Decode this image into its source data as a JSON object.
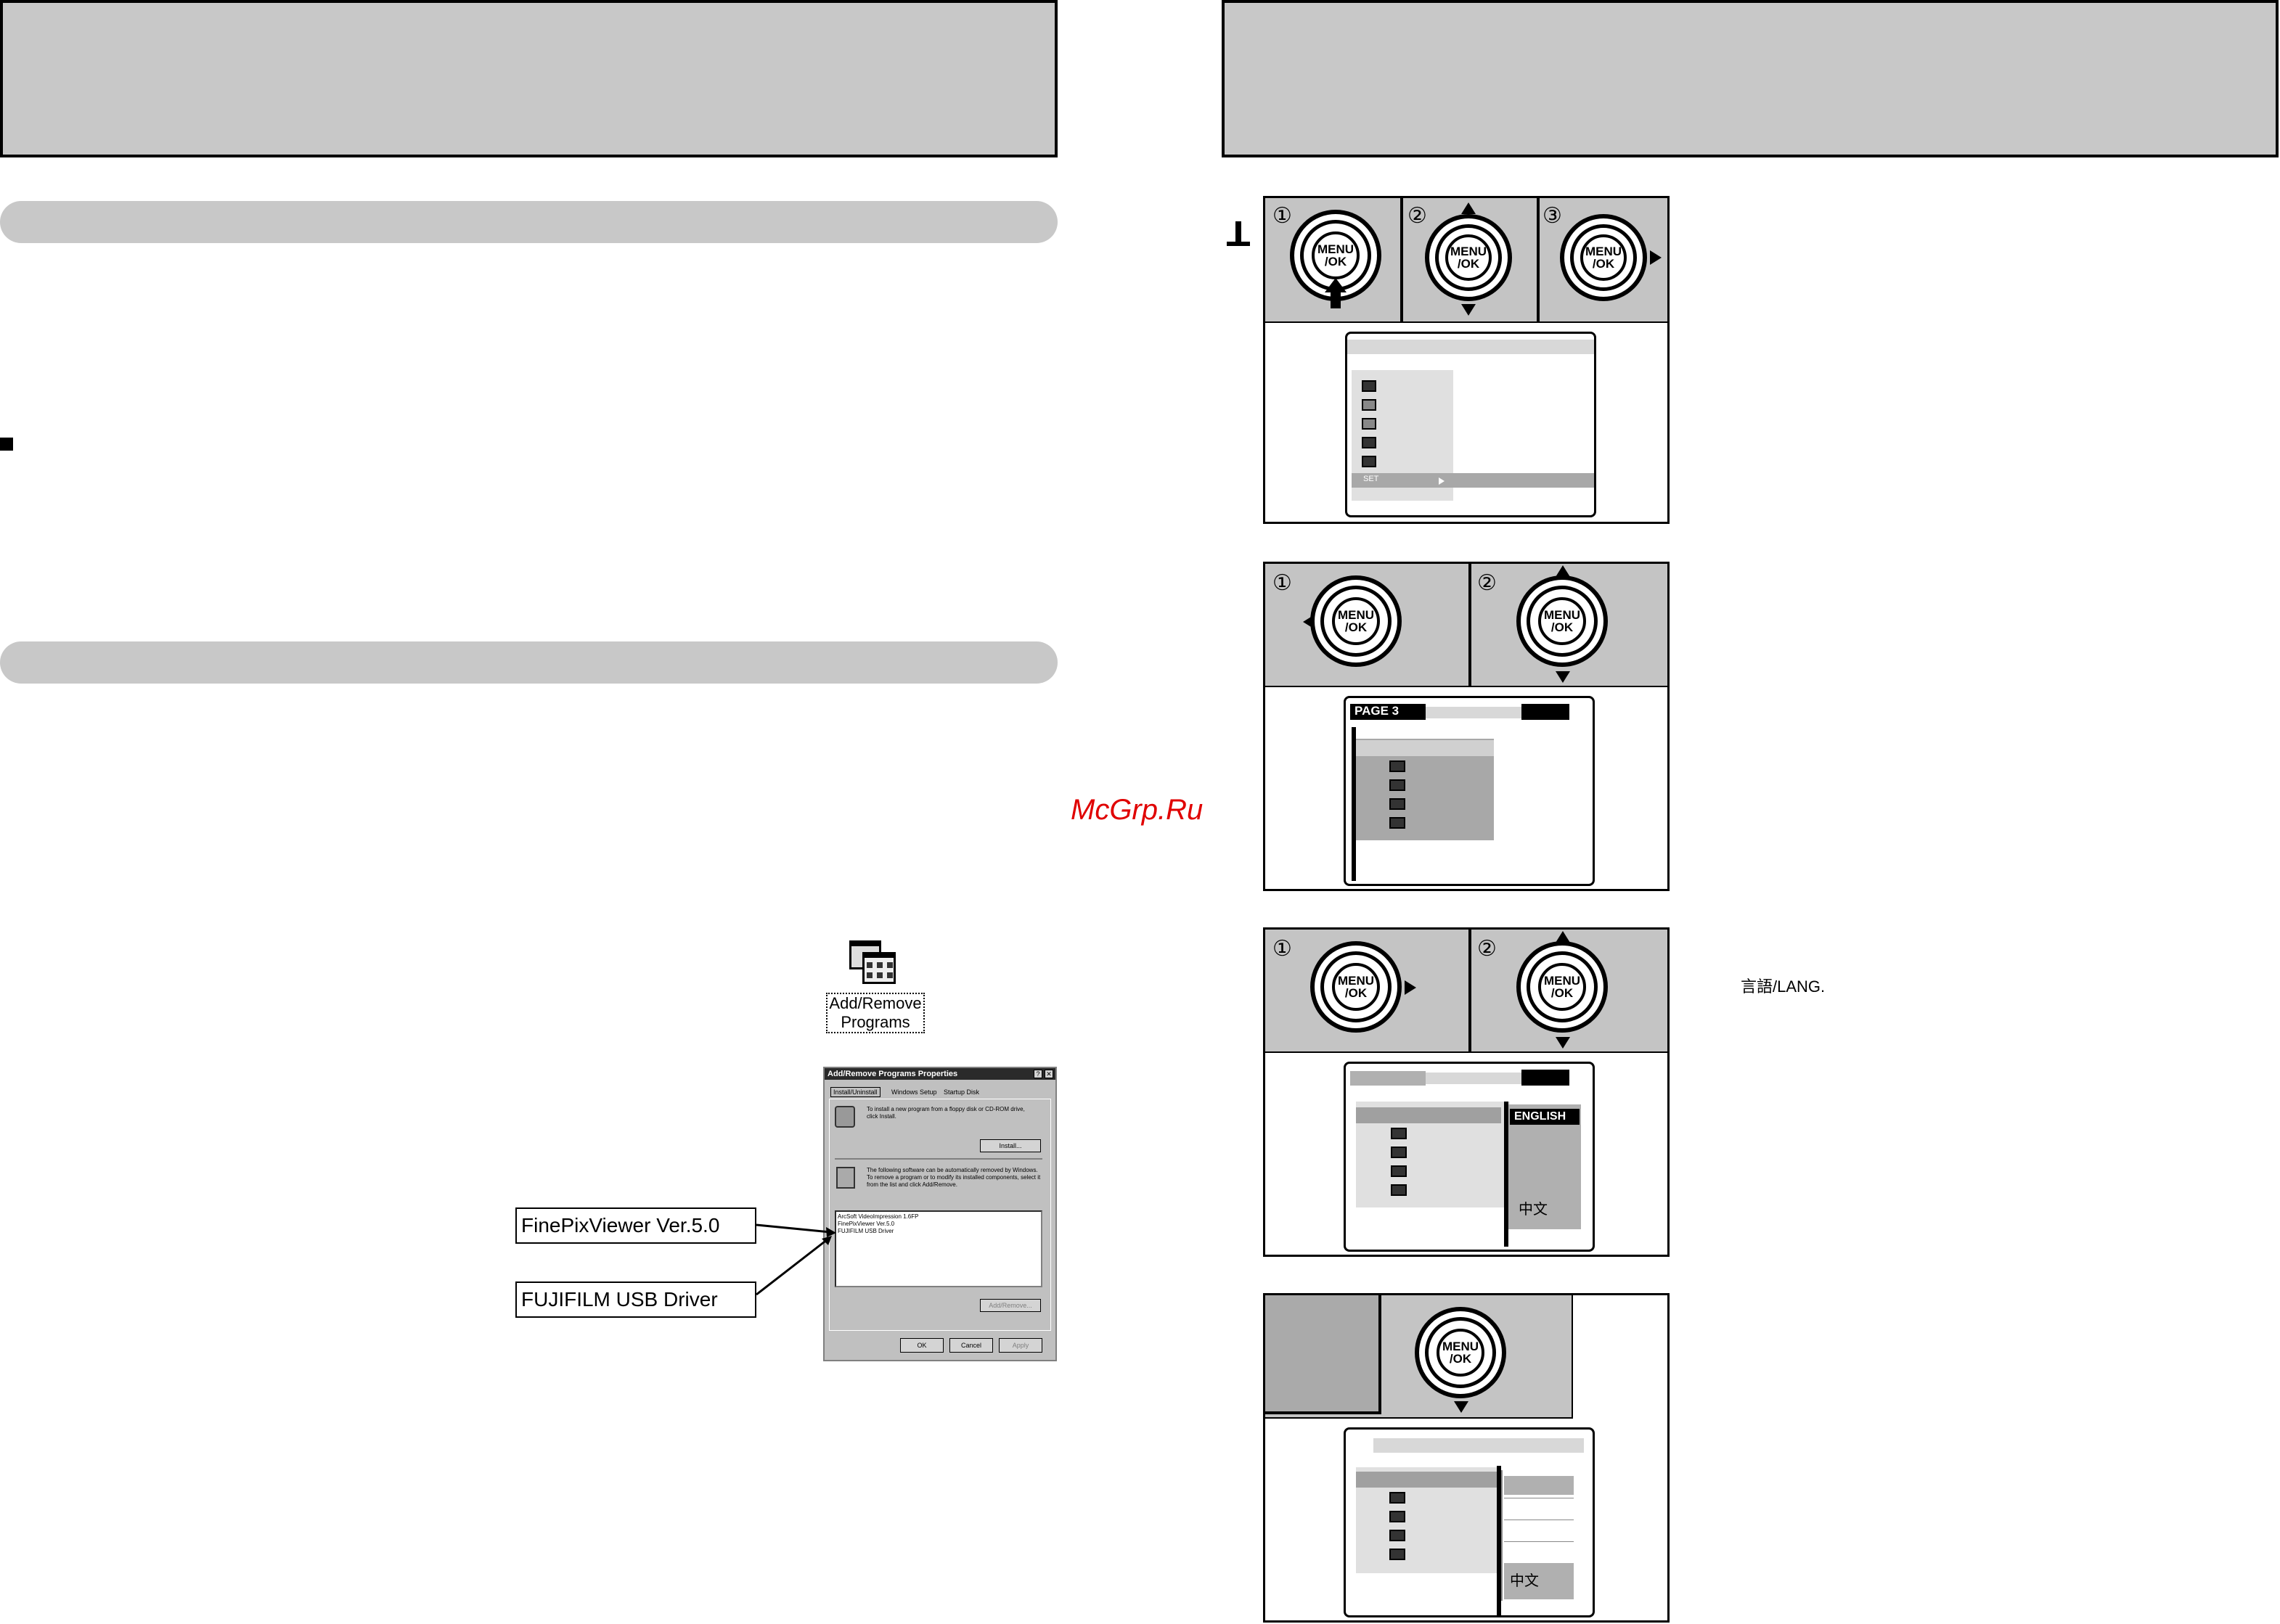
{
  "watermark": "McGrp.Ru",
  "right_notes": {
    "lang_label": "言語/LANG."
  },
  "add_remove": {
    "icon_label_line1": "Add/Remove",
    "icon_label_line2": "Programs"
  },
  "dialog": {
    "title": "Add/Remove Programs Properties",
    "tabs": [
      "Install/Uninstall",
      "Windows Setup",
      "Startup Disk"
    ],
    "install_text": "To install a new program from a floppy disk or CD-ROM drive, click Install.",
    "install_button": "Install...",
    "remove_text": "The following software can be automatically removed by Windows. To remove a program or to modify its installed components, select it from the list and click Add/Remove.",
    "list_items": [
      "ArcSoft VideoImpression 1.6FP",
      "FinePixViewer Ver.5.0",
      "FUJIFILM USB Driver"
    ],
    "add_remove_button": "Add/Remove...",
    "ok_button": "OK",
    "cancel_button": "Cancel",
    "apply_button": "Apply"
  },
  "callouts": {
    "finepix": "FinePixViewer Ver.5.0",
    "usb": "FUJIFILM USB Driver"
  },
  "camera": {
    "dial_line1": "MENU",
    "dial_line2": "/OK",
    "step1_nums": [
      "①",
      "②",
      "③"
    ],
    "step2_nums": [
      "①",
      "②"
    ],
    "step3_nums": [
      "①",
      "②"
    ]
  },
  "screens": {
    "s1_set": "SET",
    "s2_page": "PAGE 3",
    "s3_lang_english": "ENGLISH",
    "s3_lang_chinese": "中文",
    "s4_lang_chinese": "中文"
  }
}
